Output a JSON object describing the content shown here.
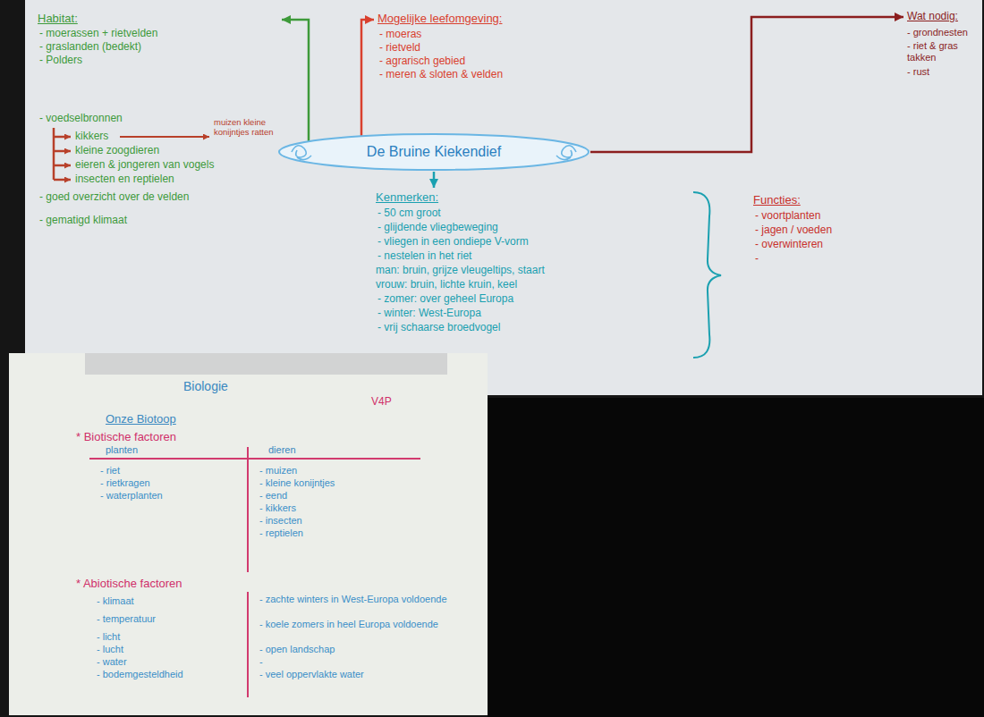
{
  "diagram": {
    "nodes": [
      {
        "text": [
          "Habitat:",
          "- moerassen + rietvelden",
          "- graslanden (bedekt)",
          "- Polders",
          "- voedselbronnen",
          "kikkers",
          "muizen kleine konijntjes ratten",
          "kleine zoogdieren",
          "eieren & jongeren van vogels",
          "insecten en reptielen",
          "- goed overzicht over de velden",
          "- gematigd klimaat"
        ]
      },
      {
        "text": [
          "Mogelijke leefomgeving:",
          "- moeras",
          "- rietveld",
          "- agrarisch gebied",
          "- meren & sloten & velden"
        ]
      },
      {
        "text": [
          "Wat nodig:",
          "- grondnesten",
          "- riet & gras takken",
          "- rust"
        ]
      },
      {
        "text": [
          "De Bruine Kiekendief"
        ]
      },
      {
        "text": [
          "Kenmerken:",
          "- 50 cm groot",
          "- glijdende vliegbeweging",
          "- vliegen in een ondiepe V-vorm",
          "- nestelen in het riet",
          "man: bruin, grijze vleugeltips, staart",
          "vrouw: bruin, lichte kruin, keel",
          "- zomer: over geheel Europa",
          "- winter: West-Europa",
          "- vrij schaarse broedvogel"
        ]
      },
      {
        "text": [
          "Functies:",
          "- voortplanten",
          "- jagen / voeden",
          "- overwinteren",
          "-"
        ]
      }
    ],
    "edges": [
      {
        "from": 3,
        "to": 0,
        "arrow": "to"
      },
      {
        "from": 3,
        "to": 1,
        "arrow": "to"
      },
      {
        "from": 3,
        "to": 2,
        "arrow": "to"
      },
      {
        "from": 3,
        "to": 4,
        "arrow": "to"
      }
    ],
    "labels": [
      "Biologie",
      "V4P",
      "Onze Biotoop",
      "* Biotische factoren",
      "planten",
      "dieren",
      "- riet",
      "- rietkragen",
      "- waterplanten",
      "- muizen",
      "- kleine konijntjes",
      "- eend",
      "- kikkers",
      "- insecten",
      "- reptielen",
      "* Abiotische factoren",
      "- klimaat",
      "- temperatuur",
      "- licht",
      "- lucht",
      "- water",
      "- bodemgesteldheid",
      "- zachte winters in West-Europa voldoende",
      "- koele zomers in heel Europa voldoende",
      "- open landschap",
      "-",
      "- veel oppervlakte water"
    ]
  }
}
